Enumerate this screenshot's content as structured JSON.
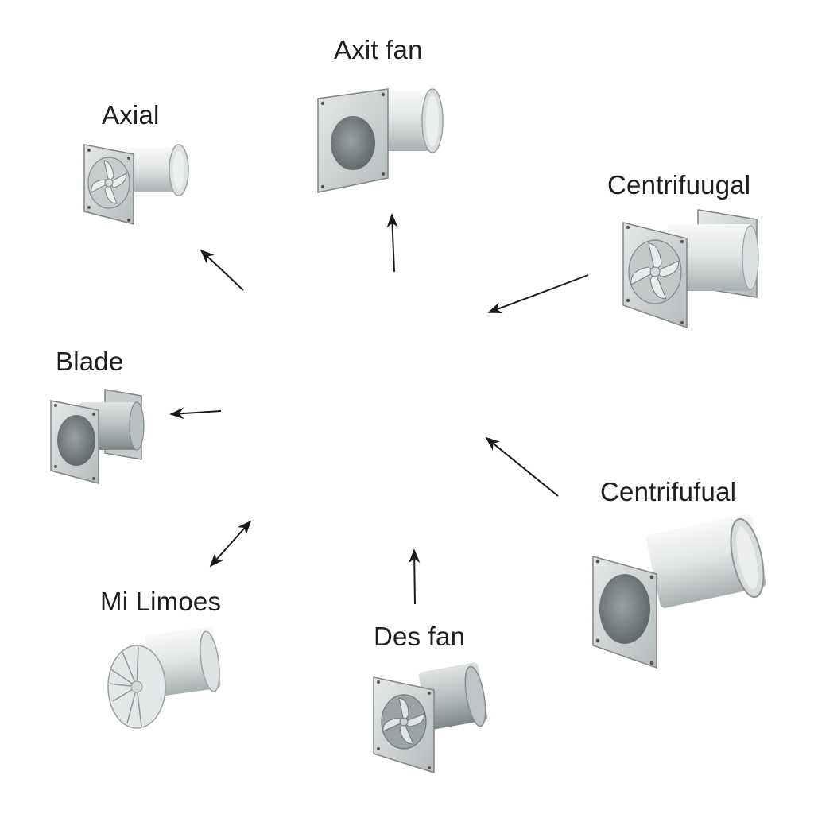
{
  "labels": {
    "axit_fan": "Axit fan",
    "axial": "Axial",
    "centrifuugal": "Centrifuugal",
    "blade": "Blade",
    "centrifufual": "Centrifufual",
    "mi_limoes": "Mi Limoes",
    "des_fan": "Des fan"
  },
  "colors": {
    "background": "#ffffff",
    "label_text": "#1e1e1e",
    "arrow": "#1a1a1a",
    "fan_body_light": "#eef0f0",
    "fan_body_mid": "#c9cecf",
    "fan_body_dark": "#8e9596"
  },
  "icons": [
    "axial-fan-icon",
    "tube-fan-icon",
    "centrifugal-fan-icon",
    "blade-fan-icon",
    "duct-fan-icon",
    "louver-fan-icon",
    "square-fan-icon"
  ]
}
